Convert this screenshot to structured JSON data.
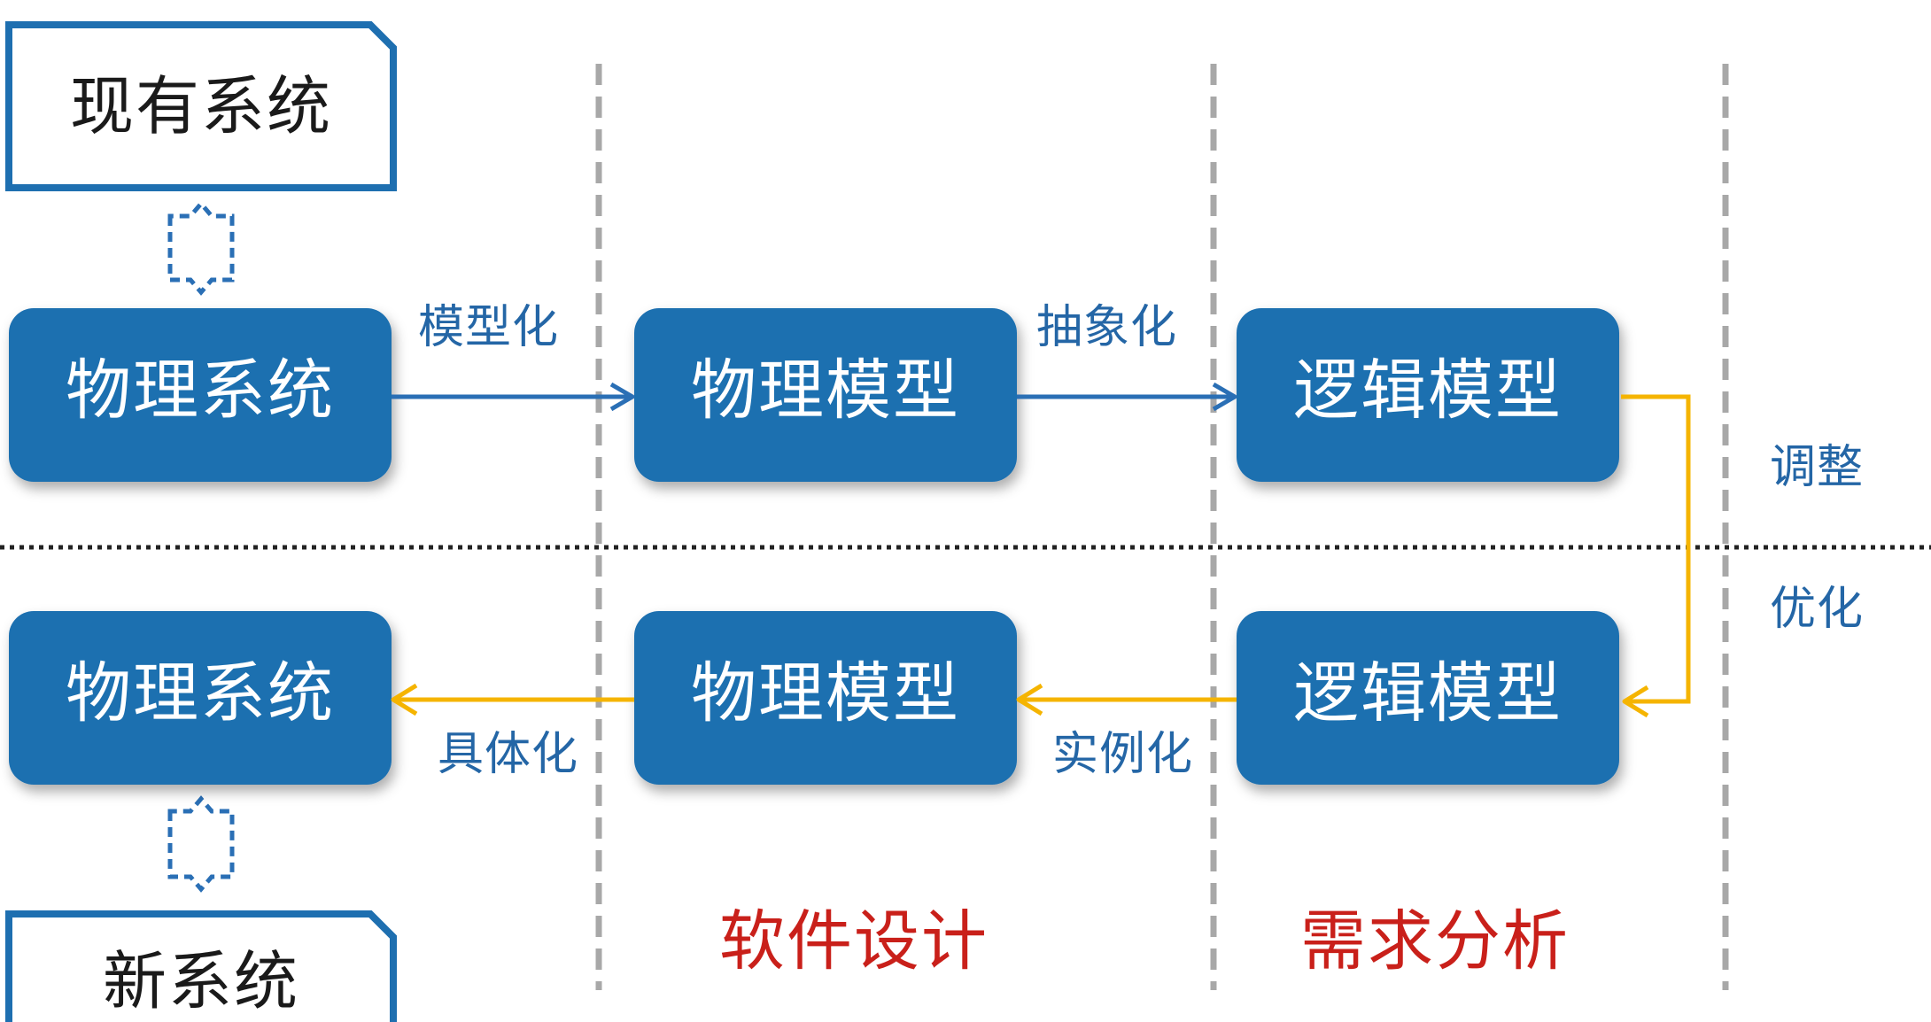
{
  "colors": {
    "node_fill": "#1e6fb0",
    "node_text": "#ffffff",
    "system_border": "#1e6fb0",
    "edge_blue": "#2a6fb5",
    "edge_yellow": "#f5b400",
    "edge_label": "#2466a6",
    "stage_label": "#c9201a",
    "divider_gray": "#a8a8a8",
    "divider_black": "#222222"
  },
  "systems": {
    "existing": "现有系统",
    "new": "新系统"
  },
  "top_row": {
    "physical_system": "物理系统",
    "physical_model": "物理模型",
    "logical_model": "逻辑模型"
  },
  "bottom_row": {
    "physical_system": "物理系统",
    "physical_model": "物理模型",
    "logical_model": "逻辑模型"
  },
  "edges": {
    "modeling": "模型化",
    "abstraction": "抽象化",
    "adjust": "调整",
    "optimize": "优化",
    "instantiation": "实例化",
    "concretization": "具体化"
  },
  "stages": {
    "software_design": "软件设计",
    "requirements_analysis": "需求分析"
  }
}
